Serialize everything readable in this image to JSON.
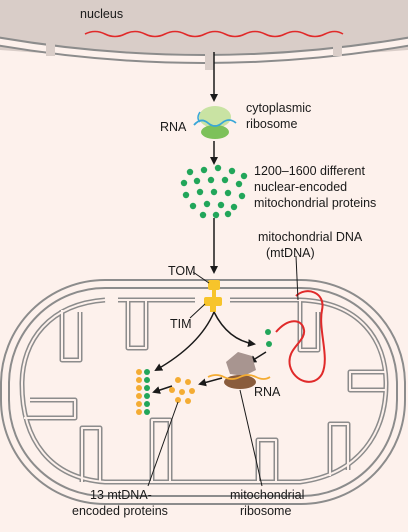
{
  "labels": {
    "nucleus": "nucleus",
    "cytoplasmic_ribosome_line1": "cytoplasmic",
    "cytoplasmic_ribosome_line2": "ribosome",
    "rna_cyto": "RNA",
    "proteins_line1": "1200–1600 different",
    "proteins_line2": "nuclear-encoded",
    "proteins_line3": "mitochondrial proteins",
    "mtdna_line1": "mitochondrial DNA",
    "mtdna_line2": "(mtDNA)",
    "tom": "TOM",
    "tim": "TIM",
    "rna_mito": "RNA",
    "mtdna_proteins_line1": "13 mtDNA-",
    "mtdna_proteins_line2": "encoded proteins",
    "mito_ribosome_line1": "mitochondrial",
    "mito_ribosome_line2": "ribosome"
  },
  "colors": {
    "cytoplasm_background": "#fdf1ec",
    "nucleus_fill": "#d9cdc8",
    "membrane_outline": "#8c8c8c",
    "nuclear_rna": "#e02a2a",
    "mtdna": "#e02a2a",
    "protein_green": "#22a65a",
    "mtdna_protein_orange": "#f4ac33",
    "ribosome_light_green": "#c9e3a3",
    "ribosome_green": "#7dc15a",
    "mrna_blue": "#3aa7d8",
    "translocase_yellow": "#f7c42b",
    "mito_ribosome_brown": "#8a5c3c"
  }
}
